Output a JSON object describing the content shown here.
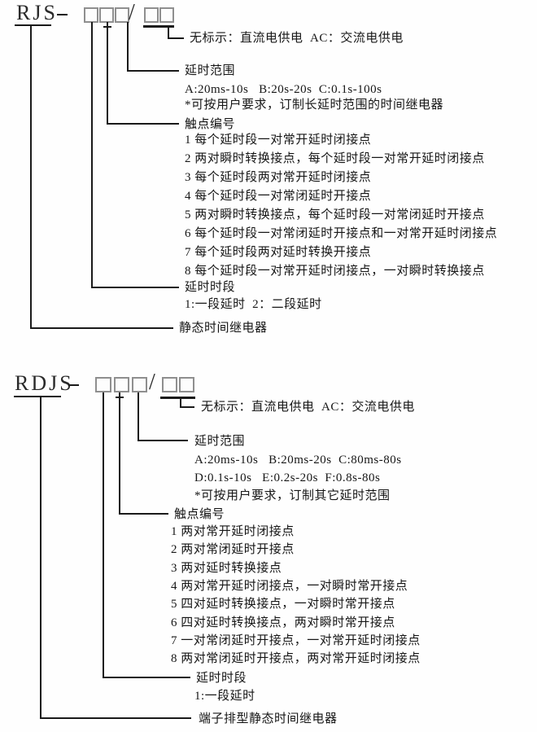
{
  "page": {
    "background": "#fefefe",
    "line_color": "#1a1a1a",
    "box_border_color": "#8f8f8f",
    "text_color": "#161616"
  },
  "d1": {
    "model": "RJS",
    "separator": "-",
    "slash": "/",
    "power_note": "无标示：直流电供电  AC：交流电供电",
    "range_label": "延时范围",
    "range_row1": "A:20ms-10s   B:20s-20s  C:0.1s-100s",
    "range_note": "*可按用户要求，订制长延时范围的时间继电器",
    "contacts_label": "触点编号",
    "contacts": [
      "1 每个延时段一对常开延时闭接点",
      "2 两对瞬时转换接点，每个延时段一对常开延时闭接点",
      "3 每个延时段两对常开延时闭接点",
      "4 每个延时段一对常闭延时开接点",
      "5 两对瞬时转换接点，每个延时段一对常闭延时开接点",
      "6 每个延时段一对常闭延时开接点和一对常开延时闭接点",
      "7 每个延时段两对延时转换开接点",
      "8 每个延时段一对常开延时闭接点，一对瞬时转换接点"
    ],
    "period_label": "延时时段",
    "period_row": "1:一段延时  2：二段延时",
    "product_name": "静态时间继电器"
  },
  "d2": {
    "model": "RDJS",
    "separator": "-",
    "slash": "/",
    "power_note": "无标示：直流电供电  AC：交流电供电",
    "range_label": "延时范围",
    "range_row1": "A:20ms-10s   B:20ms-20s  C:80ms-80s",
    "range_row2": "D:0.1s-10s   E:0.2s-20s  F:0.8s-80s",
    "range_note": "*可按用户要求，订制其它延时范围",
    "contacts_label": "触点编号",
    "contacts": [
      "1 两对常开延时闭接点",
      "2 两对常闭延时开接点",
      "3 两对延时转换接点",
      "4 两对常开延时闭接点，一对瞬时常开接点",
      "5 四对延时转换接点，一对瞬时常开接点",
      "6 四对延时转换接点，两对瞬时常开接点",
      "7 一对常闭延时开接点，一对常开延时闭接点",
      "8 两对常闭延时开接点，两对常开延时闭接点"
    ],
    "period_label": "延时时段",
    "period_row": "1:一段延时",
    "product_name": "端子排型静态时间继电器"
  }
}
